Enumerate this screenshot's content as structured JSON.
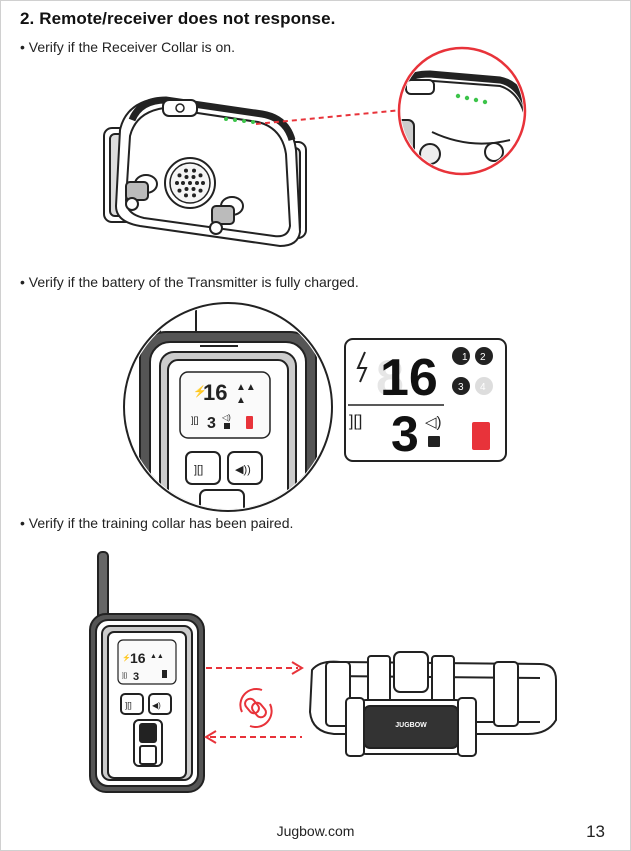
{
  "heading": "2. Remote/receiver does not response.",
  "steps": [
    "• Verify if the Receiver Collar is on.",
    "• Verify if the battery of the Transmitter is fully charged.",
    "• Verify if the training collar has been paired."
  ],
  "lcd": {
    "big_number": "16",
    "small_number": "3",
    "channels": [
      "1",
      "2",
      "3",
      "4"
    ]
  },
  "collar_label": "JUGBOW",
  "footer": {
    "website": "Jugbow.com",
    "page_number": "13"
  },
  "colors": {
    "accent_red": "#e8333a",
    "led_green": "#3cc44a"
  }
}
